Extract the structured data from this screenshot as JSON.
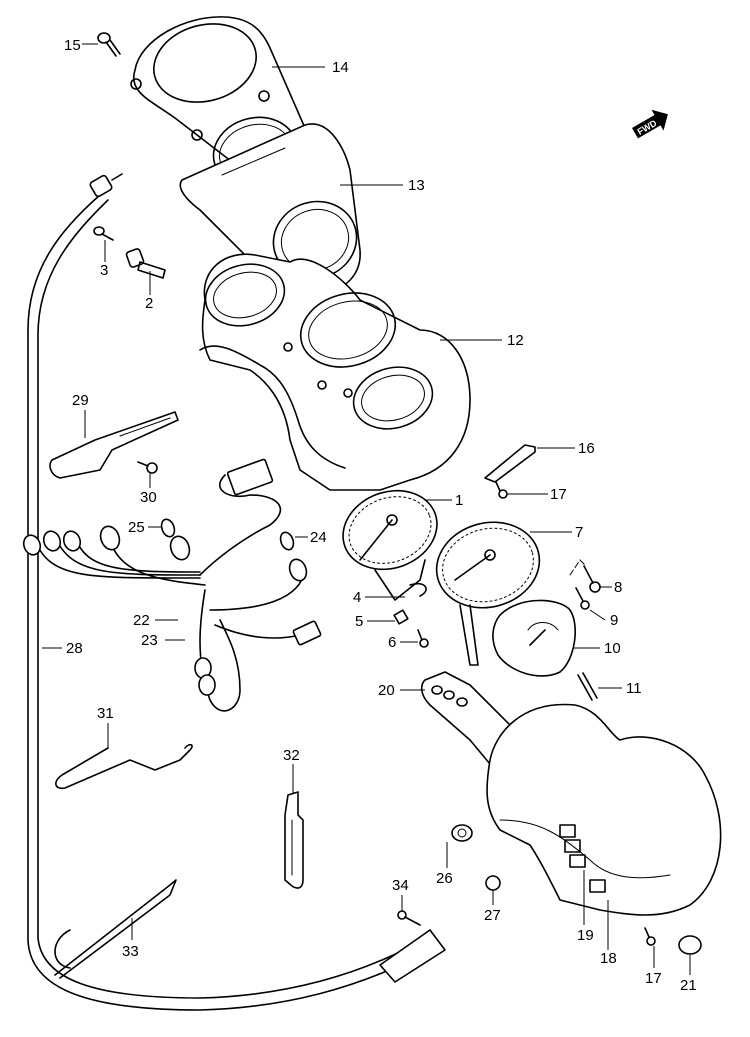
{
  "diagram": {
    "title": "Speedometer / Meter Assembly (exploded view)",
    "direction_indicator": {
      "text": "FWD",
      "icon": "forward-arrow-icon"
    },
    "callouts": [
      {
        "id": "1",
        "part": "tachometer-gauge"
      },
      {
        "id": "2",
        "part": "knob"
      },
      {
        "id": "3",
        "part": "screw"
      },
      {
        "id": "4",
        "part": "wire-clip"
      },
      {
        "id": "5",
        "part": "connector"
      },
      {
        "id": "6",
        "part": "screw"
      },
      {
        "id": "7",
        "part": "speedometer-gauge"
      },
      {
        "id": "8",
        "part": "screw"
      },
      {
        "id": "9",
        "part": "screw"
      },
      {
        "id": "10",
        "part": "fuel-gauge"
      },
      {
        "id": "11",
        "part": "screw"
      },
      {
        "id": "12",
        "part": "meter-case"
      },
      {
        "id": "13",
        "part": "panel-cover"
      },
      {
        "id": "14",
        "part": "bezel-plate"
      },
      {
        "id": "15",
        "part": "screw"
      },
      {
        "id": "16",
        "part": "bracket"
      },
      {
        "id": "17",
        "part": "screw"
      },
      {
        "id": "18",
        "part": "lower-case"
      },
      {
        "id": "19",
        "part": "indicator-lens"
      },
      {
        "id": "20",
        "part": "indicator-plate"
      },
      {
        "id": "21",
        "part": "cushion"
      },
      {
        "id": "22",
        "part": "wiring-harness"
      },
      {
        "id": "23",
        "part": "socket"
      },
      {
        "id": "24",
        "part": "bulb"
      },
      {
        "id": "25",
        "part": "bulb"
      },
      {
        "id": "26",
        "part": "grommet"
      },
      {
        "id": "27",
        "part": "nut"
      },
      {
        "id": "28",
        "part": "speedometer-cable"
      },
      {
        "id": "29",
        "part": "cable-guide"
      },
      {
        "id": "30",
        "part": "screw"
      },
      {
        "id": "31",
        "part": "wire-clamp"
      },
      {
        "id": "32",
        "part": "clamp"
      },
      {
        "id": "33",
        "part": "cable-tie"
      },
      {
        "id": "34",
        "part": "screw"
      }
    ]
  }
}
